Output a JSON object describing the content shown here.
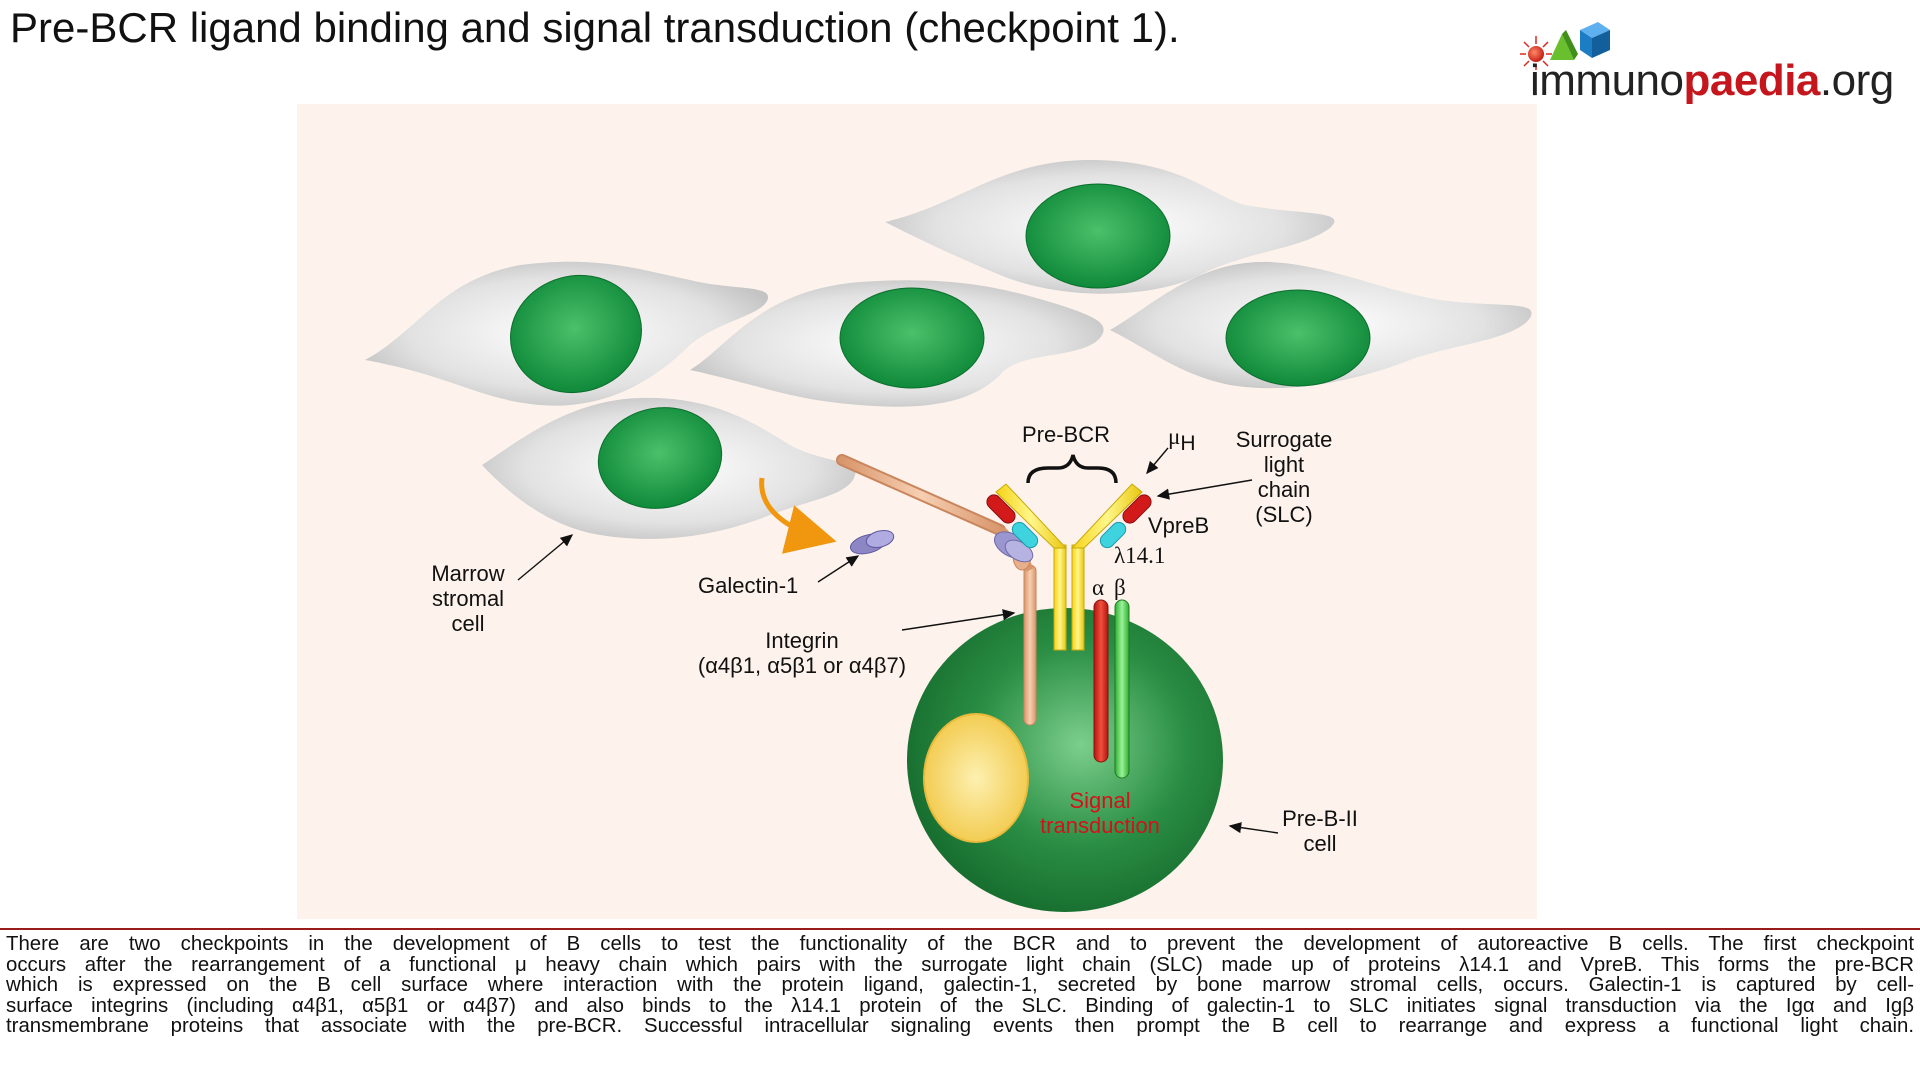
{
  "title": "Pre-BCR ligand binding and signal transduction (checkpoint 1).",
  "logo": {
    "prefix": "immuno",
    "highlight": "paedia",
    "suffix": ".org",
    "colors": {
      "red": "#c4161c",
      "green": "#6abf2e",
      "blue": "#1c7cc4",
      "sun": "#d9281e"
    }
  },
  "diagram": {
    "labels": {
      "pre_bcr": "Pre-BCR",
      "mu_h_mu": "μ",
      "mu_h_sub": "H",
      "surrogate_1": "Surrogate",
      "surrogate_2": "light",
      "surrogate_3": "chain",
      "surrogate_4": "(SLC)",
      "vpreb": "VpreB",
      "lambda": "λ14.1",
      "alpha": "α",
      "beta": "β",
      "galectin": "Galectin-1",
      "integrin_1": "Integrin",
      "integrin_2": "(α4β1, α5β1 or α4β7)",
      "marrow_1": "Marrow",
      "marrow_2": "stromal",
      "marrow_3": "cell",
      "signal_1": "Signal",
      "signal_2": "transduction",
      "preb_1": "Pre-B-II",
      "preb_2": "cell"
    },
    "colors": {
      "background": "#fdf3ec",
      "stromal_cell": "#dcdcdc",
      "nucleus": "#1a9a45",
      "b_cell": "#1f8a3b",
      "b_nucleus": "#f7d66a",
      "heavy_chain": "#f5e11b",
      "vpreb": "#d31a1a",
      "lambda": "#3fd3e0",
      "ig_alpha": "#d8261c",
      "ig_beta": "#3cc83c",
      "integrin": "#e8b08a",
      "galectin": "#8c86c4",
      "arrow_orange": "#f0960f",
      "signal_text": "#d3121a"
    }
  },
  "caption": [
    "There are two checkpoints in the development of B cells to test the functionality of the BCR and to prevent the development of autoreactive B cells. The first checkpoint",
    "occurs after the rearrangement of a functional μ heavy chain which pairs with the surrogate light chain (SLC) made up of proteins λ14.1 and VpreB. This forms the pre-BCR",
    "which is expressed on the B cell surface where interaction with the protein ligand, galectin-1, secreted by bone marrow stromal cells, occurs. Galectin-1 is captured by cell-",
    "surface integrins (including α4β1, α5β1 or α4β7) and also binds to the λ14.1 protein of the SLC. Binding of galectin-1 to SLC initiates signal transduction via the Igα and Igβ",
    "transmembrane proteins that associate with the pre-BCR. Successful intracellular signaling events then prompt the B cell to rearrange and express a functional light chain."
  ]
}
